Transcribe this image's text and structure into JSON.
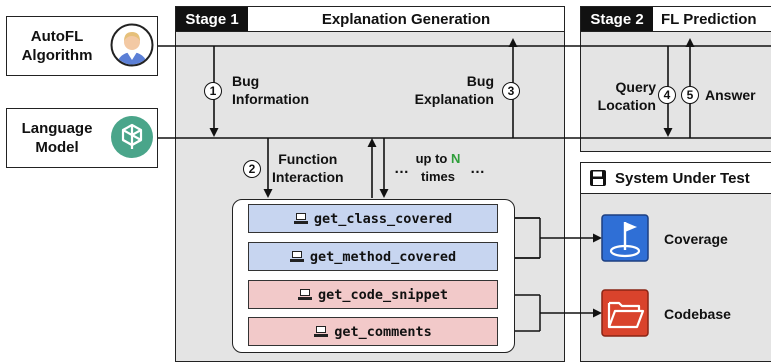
{
  "actors": {
    "autofl": {
      "label_line1": "AutoFL",
      "label_line2": "Algorithm",
      "icon": "user-avatar-icon"
    },
    "llm": {
      "label_line1": "Language",
      "label_line2": "Model",
      "icon": "openai-logo-icon"
    }
  },
  "stage1": {
    "tag": "Stage 1",
    "title": "Explanation Generation"
  },
  "stage2": {
    "tag": "Stage 2",
    "title": "FL Prediction"
  },
  "steps": {
    "s1": {
      "num": "1",
      "line1": "Bug",
      "line2": "Information"
    },
    "s2": {
      "num": "2",
      "line1": "Function",
      "line2": "Interaction"
    },
    "s3": {
      "num": "3",
      "line1": "Bug",
      "line2": "Explanation"
    },
    "s4": {
      "num": "4",
      "line1": "Query",
      "line2": "Location"
    },
    "s5": {
      "num": "5",
      "line1": "Answer"
    }
  },
  "repeat": {
    "prefix": "up to",
    "n": "N",
    "suffix": "times",
    "dots": "…",
    "n_color": "#2e9e3a"
  },
  "functions": [
    {
      "name": "get_class_covered",
      "group": "coverage"
    },
    {
      "name": "get_method_covered",
      "group": "coverage"
    },
    {
      "name": "get_code_snippet",
      "group": "codebase"
    },
    {
      "name": "get_comments",
      "group": "codebase"
    }
  ],
  "sut": {
    "title": "System Under Test",
    "icon": "floppy-disk-icon",
    "coverage": {
      "label": "Coverage",
      "icon": "golf-flag-icon",
      "color": "#2f6fd6"
    },
    "codebase": {
      "label": "Codebase",
      "icon": "open-folder-icon",
      "color": "#d9432c"
    }
  },
  "colors": {
    "stage_bg": "#e4e4e4",
    "fn_blue": "#c7d5f0",
    "fn_red": "#f2c9c9"
  }
}
